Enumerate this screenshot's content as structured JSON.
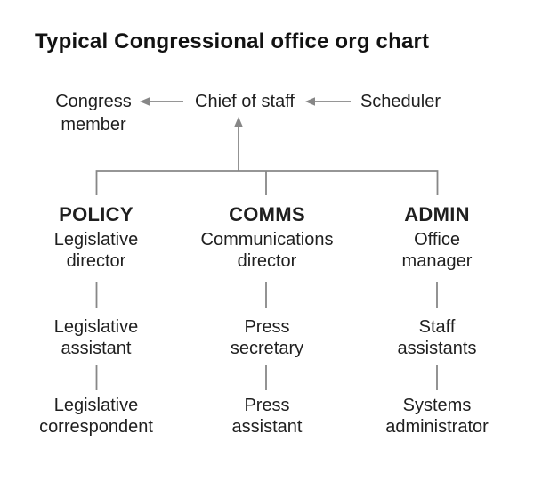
{
  "title": "Typical Congressional office org chart",
  "leadership": {
    "congress_member": "Congress\nmember",
    "chief_of_staff": "Chief of staff",
    "scheduler": "Scheduler"
  },
  "columns": [
    {
      "id": "policy",
      "header": "POLICY",
      "roles": [
        "Legislative\ndirector",
        "Legislative\nassistant",
        "Legislative\ncorrespondent"
      ]
    },
    {
      "id": "comms",
      "header": "COMMS",
      "roles": [
        "Communications\ndirector",
        "Press\nsecretary",
        "Press\nassistant"
      ]
    },
    {
      "id": "admin",
      "header": "ADMIN",
      "roles": [
        "Office\nmanager",
        "Staff\nassistants",
        "Systems\nadministrator"
      ]
    }
  ],
  "colors": {
    "background": "#ffffff",
    "title": "#121212",
    "text": "#1f1f1f",
    "line": "#878787"
  }
}
